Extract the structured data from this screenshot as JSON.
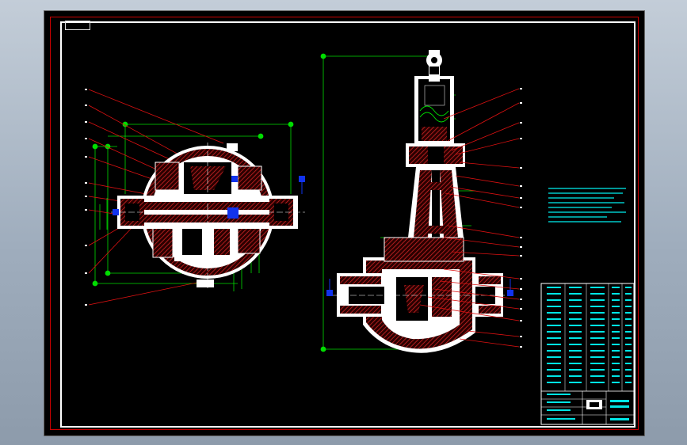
{
  "drawing": {
    "stamp_label": "",
    "left_view_label": "",
    "right_view_label": "",
    "notes_title": "",
    "notes_lines": [],
    "colors": {
      "background": "#000000",
      "frame_red": "#cc0000",
      "frame_white": "#ffffff",
      "hatch": "#cc2222",
      "dimension": "#00dd00",
      "leader": "#dd1111",
      "notes_text": "#00e5e5",
      "marker": "#1133ee"
    },
    "icons": [
      "title-block",
      "section-view",
      "dimension-line",
      "leader-line"
    ]
  }
}
